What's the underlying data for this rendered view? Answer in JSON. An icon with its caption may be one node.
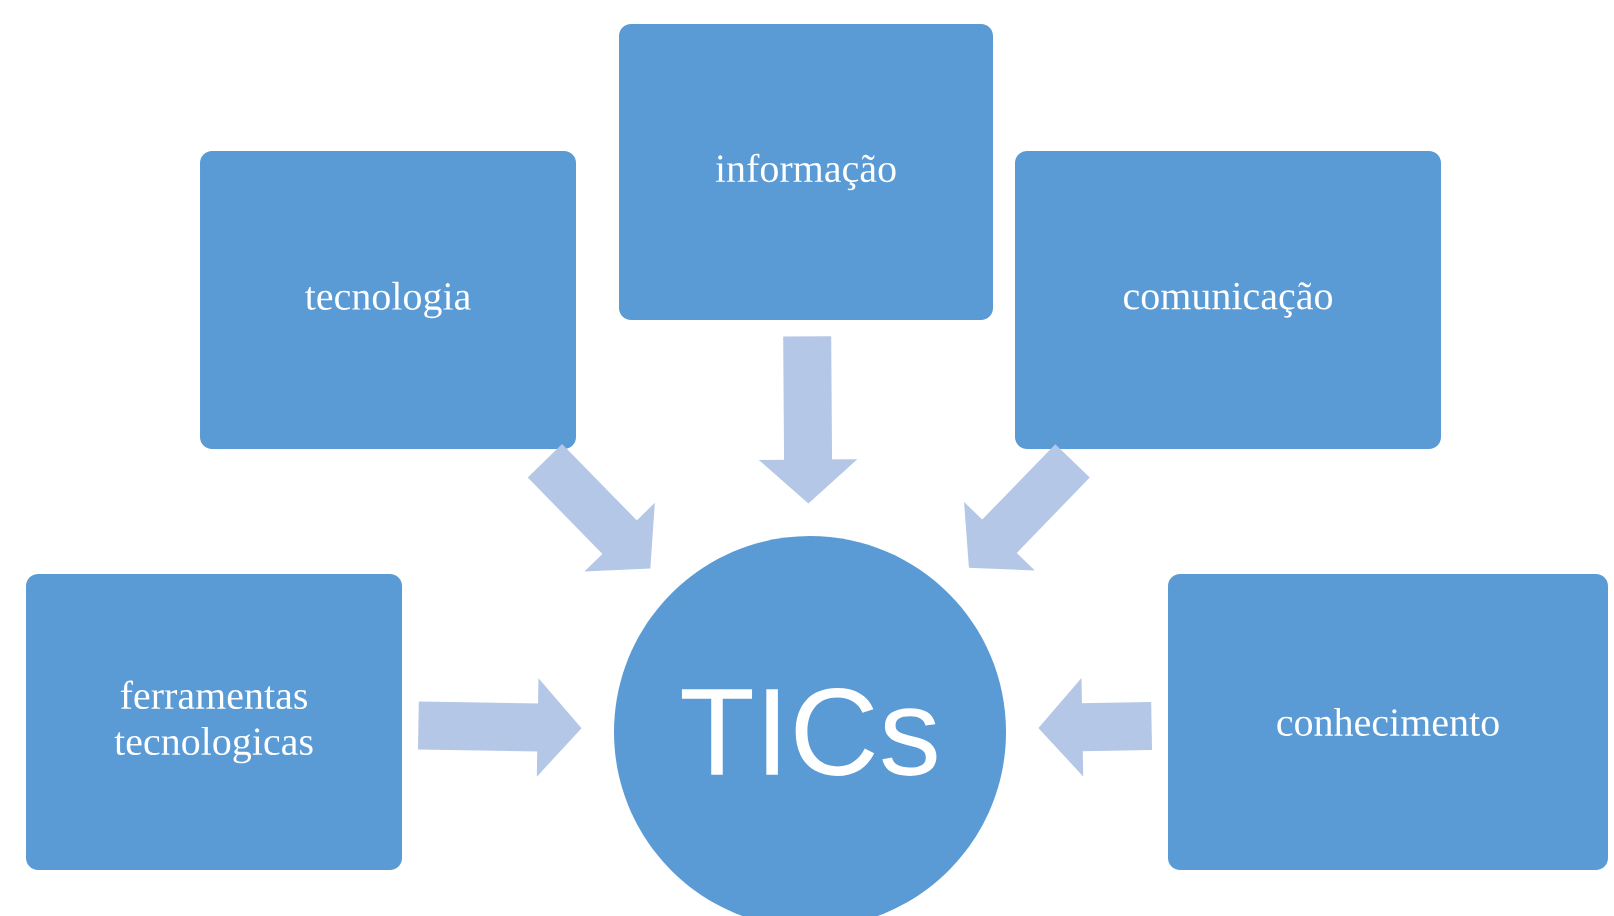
{
  "diagram": {
    "nodes": [
      {
        "text": [
          "informação"
        ]
      },
      {
        "text": [
          "tecnologia"
        ]
      },
      {
        "text": [
          "comunicação"
        ]
      },
      {
        "text": [
          "ferramentas tecnologicas"
        ]
      },
      {
        "text": [
          "TICs"
        ]
      },
      {
        "text": [
          "conhecimento"
        ]
      }
    ],
    "edges": [
      {
        "from": 1,
        "to": 4,
        "arrow": "to"
      },
      {
        "from": 0,
        "to": 4,
        "arrow": "to"
      },
      {
        "from": 2,
        "to": 4,
        "arrow": "to"
      },
      {
        "from": 3,
        "to": 4,
        "arrow": "to"
      },
      {
        "from": 5,
        "to": 4,
        "arrow": "to"
      }
    ]
  }
}
